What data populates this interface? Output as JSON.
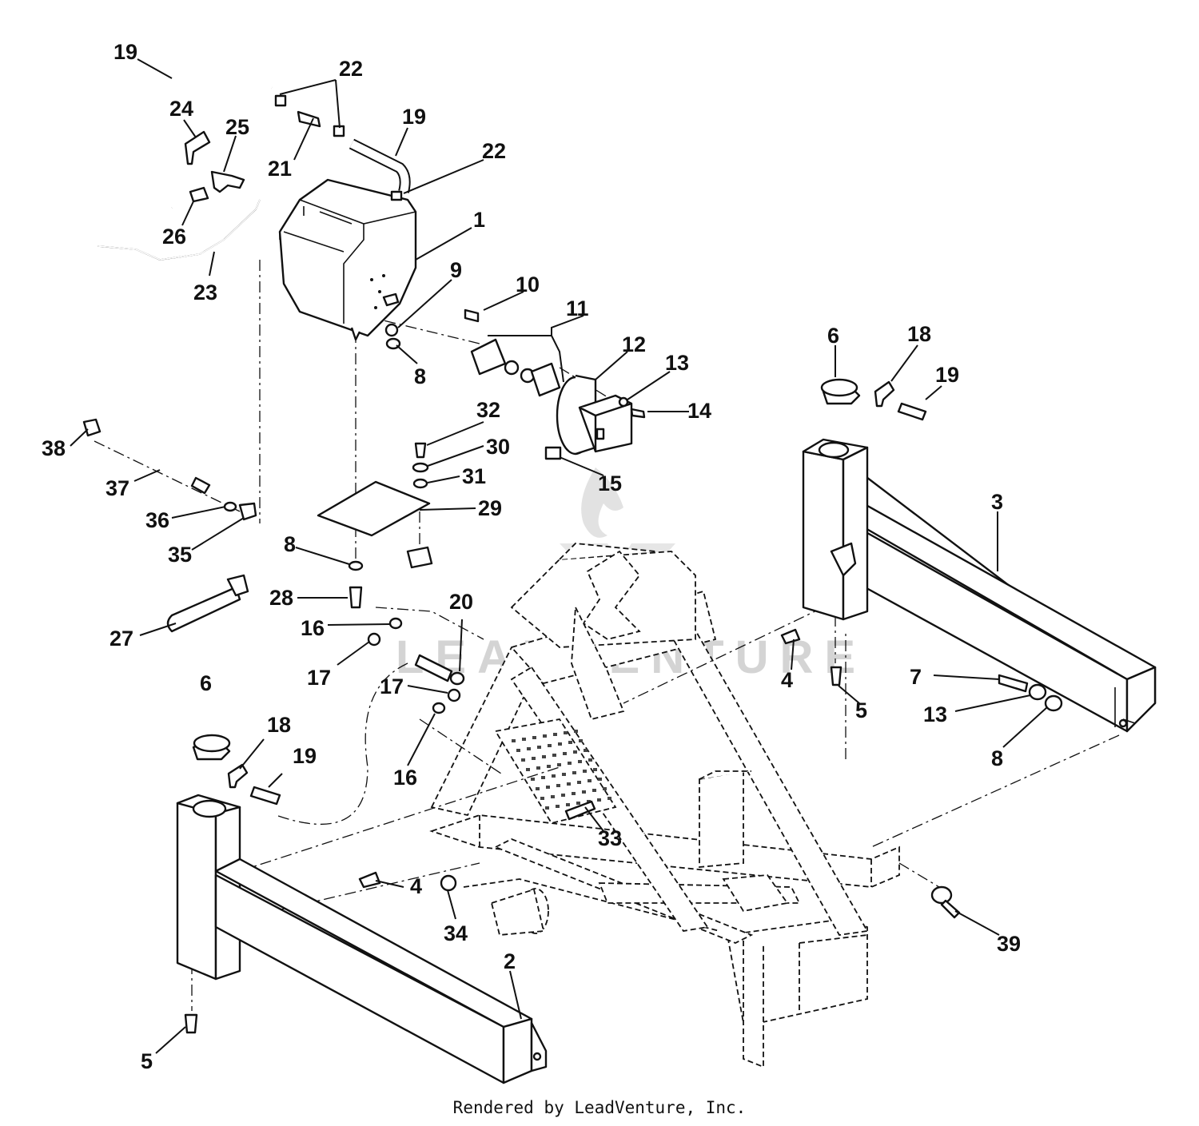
{
  "diagram": {
    "watermark": "LEADVENTURE",
    "footer": "Rendered by LeadVenture, Inc.",
    "callouts": [
      {
        "id": "c19a",
        "text": "19"
      },
      {
        "id": "c22a",
        "text": "22"
      },
      {
        "id": "c24",
        "text": "24"
      },
      {
        "id": "c25",
        "text": "25"
      },
      {
        "id": "c19b",
        "text": "19"
      },
      {
        "id": "c21",
        "text": "21"
      },
      {
        "id": "c22b",
        "text": "22"
      },
      {
        "id": "c1",
        "text": "1"
      },
      {
        "id": "c26",
        "text": "26"
      },
      {
        "id": "c23",
        "text": "23"
      },
      {
        "id": "c9",
        "text": "9"
      },
      {
        "id": "c10",
        "text": "10"
      },
      {
        "id": "c11",
        "text": "11"
      },
      {
        "id": "c8a",
        "text": "8"
      },
      {
        "id": "c12",
        "text": "12"
      },
      {
        "id": "c13a",
        "text": "13"
      },
      {
        "id": "c14",
        "text": "14"
      },
      {
        "id": "c6a",
        "text": "6"
      },
      {
        "id": "c18a",
        "text": "18"
      },
      {
        "id": "c19c",
        "text": "19"
      },
      {
        "id": "c32",
        "text": "32"
      },
      {
        "id": "c30",
        "text": "30"
      },
      {
        "id": "c31",
        "text": "31"
      },
      {
        "id": "c29",
        "text": "29"
      },
      {
        "id": "c15",
        "text": "15"
      },
      {
        "id": "c38",
        "text": "38"
      },
      {
        "id": "c37",
        "text": "37"
      },
      {
        "id": "c36",
        "text": "36"
      },
      {
        "id": "c35",
        "text": "35"
      },
      {
        "id": "c3",
        "text": "3"
      },
      {
        "id": "c8b",
        "text": "8"
      },
      {
        "id": "c28",
        "text": "28"
      },
      {
        "id": "c20",
        "text": "20"
      },
      {
        "id": "c16a",
        "text": "16"
      },
      {
        "id": "c27",
        "text": "27"
      },
      {
        "id": "c17a",
        "text": "17"
      },
      {
        "id": "c4a",
        "text": "4"
      },
      {
        "id": "c7",
        "text": "7"
      },
      {
        "id": "c5a",
        "text": "5"
      },
      {
        "id": "c13b",
        "text": "13"
      },
      {
        "id": "c8c",
        "text": "8"
      },
      {
        "id": "c6b",
        "text": "6"
      },
      {
        "id": "c17b",
        "text": "17"
      },
      {
        "id": "c18b",
        "text": "18"
      },
      {
        "id": "c19d",
        "text": "19"
      },
      {
        "id": "c16b",
        "text": "16"
      },
      {
        "id": "c33",
        "text": "33"
      },
      {
        "id": "c4b",
        "text": "4"
      },
      {
        "id": "c34",
        "text": "34"
      },
      {
        "id": "c39",
        "text": "39"
      },
      {
        "id": "c2",
        "text": "2"
      },
      {
        "id": "c5b",
        "text": "5"
      }
    ]
  }
}
